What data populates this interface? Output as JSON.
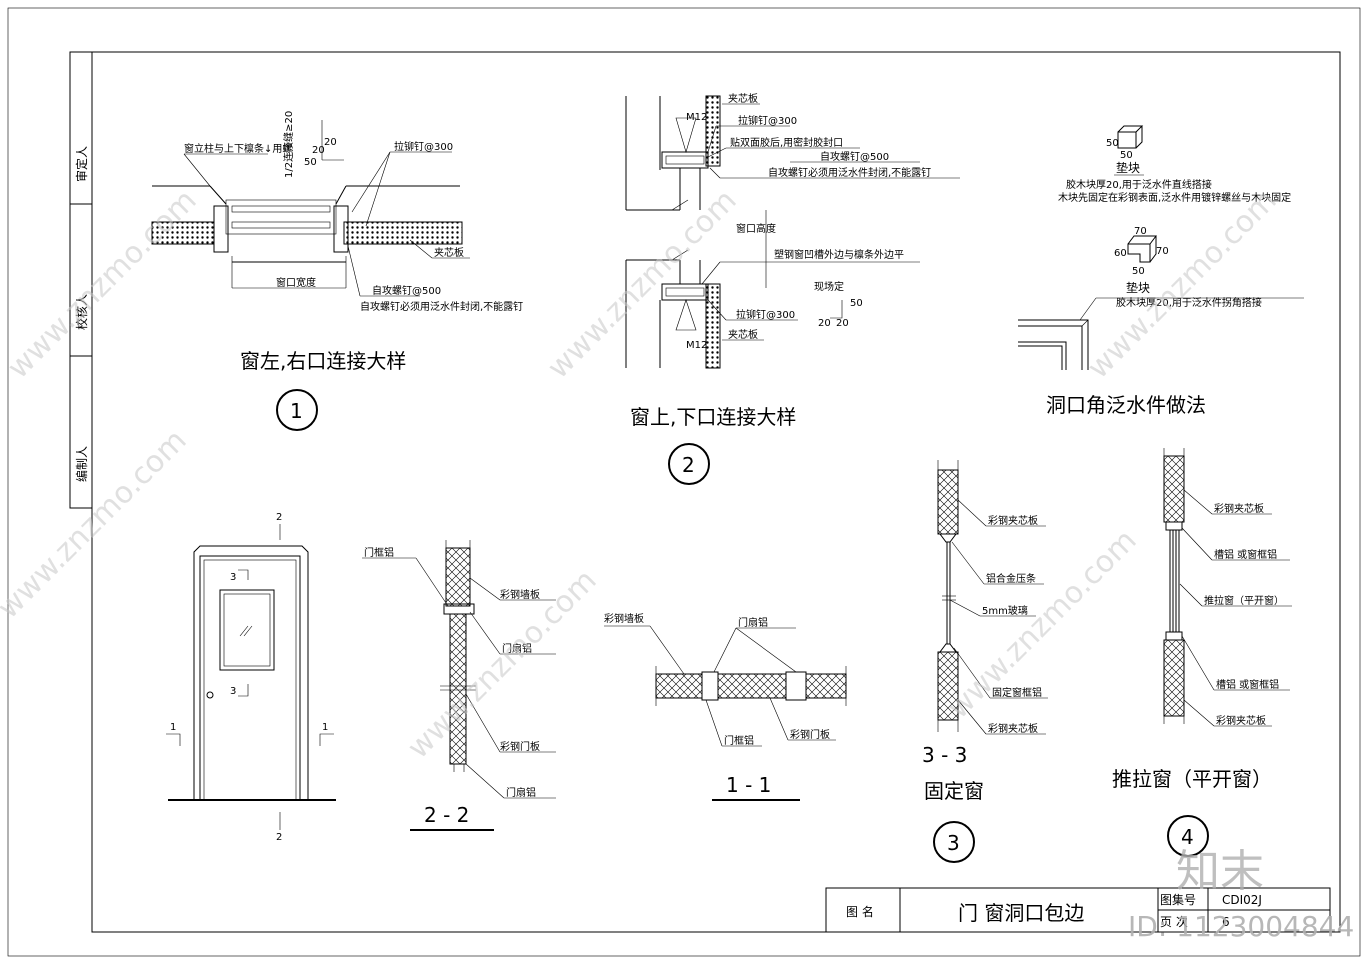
{
  "side_labels": [
    "审定人",
    "校核人",
    "编制人"
  ],
  "detail1": {
    "title": "窗左,右口连接大样",
    "number": "1",
    "dims": [
      "20",
      "50",
      "20"
    ],
    "dim_vertical": "1/2连接缝≥20",
    "notes": [
      "窗立柱与上下檩条↓用螺",
      "拉铆钉@300",
      "夹芯板",
      "窗口宽度",
      "自攻螺钉@500",
      "自攻螺钉必须用泛水件封闭,不能露钉"
    ]
  },
  "detail2": {
    "title": "窗上,下口连接大样",
    "number": "2",
    "notes": [
      "夹芯板",
      "拉铆钉@300",
      "贴双面胶后,用密封胶封口",
      "自攻螺钉@500",
      "自攻螺钉必须用泛水件封闭,不能露钉",
      "窗口高度",
      "塑钢窗凹槽外边与檩条外边平",
      "现场定",
      "拉铆钉@300",
      "夹芯板"
    ],
    "bolt": "M12",
    "dims": [
      "50",
      "20",
      "20"
    ]
  },
  "detail_corner": {
    "title": "洞口角泛水件做法",
    "block1": {
      "label": "垫块",
      "dims": [
        "50",
        "50"
      ],
      "notes": [
        "胶木块厚20,用于泛水件直线搭接",
        "木块先固定在彩钢表面,泛水件用镀锌螺丝与木块固定"
      ]
    },
    "block2": {
      "label": "垫块",
      "dims": [
        "70",
        "60",
        "70",
        "50"
      ],
      "notes": [
        "胶木块厚20,用于泛水件拐角搭接"
      ]
    }
  },
  "door": {
    "marks": [
      "2",
      "2",
      "3",
      "3",
      "1",
      "1"
    ]
  },
  "section22": {
    "title": "2 - 2",
    "notes": [
      "门框铝",
      "彩钢墙板",
      "门扇铝",
      "彩钢门板",
      "门扇铝"
    ]
  },
  "section11": {
    "title": "1 - 1",
    "notes": [
      "彩钢墙板",
      "门扇铝",
      "门框铝",
      "彩钢门板"
    ]
  },
  "section33": {
    "title": "3 - 3",
    "subtitle": "固定窗",
    "number": "3",
    "notes": [
      "彩钢夹芯板",
      "铝合金压条",
      "5mm玻璃",
      "固定窗框铝",
      "彩钢夹芯板"
    ]
  },
  "section4": {
    "title": "推拉窗（平开窗）",
    "number": "4",
    "notes": [
      "彩钢夹芯板",
      "槽铝 或窗框铝",
      "推拉窗（平开窗）",
      "槽铝 或窗框铝",
      "彩钢夹芯板"
    ]
  },
  "title_block": {
    "name_label": "图 名",
    "name_value": "门  窗洞口包边",
    "set_label": "图集号",
    "set_value": "CDI02J",
    "page_label": "页 次",
    "page_value": "6"
  },
  "watermark": {
    "logo": "知末",
    "site": "www.znzmo.com",
    "id": "ID: 1123004844"
  }
}
